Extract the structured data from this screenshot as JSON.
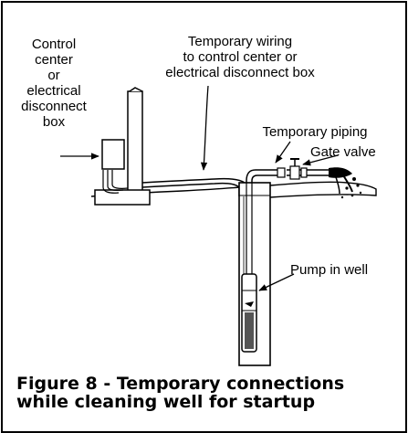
{
  "labels": {
    "control_center": [
      "Control",
      "center",
      "or",
      "electrical",
      "disconnect",
      "box"
    ],
    "temporary_wiring": [
      "Temporary wiring",
      "to control center or",
      "electrical disconnect box"
    ],
    "temporary_piping": "Temporary piping",
    "gate_valve": "Gate valve",
    "pump_in_well": "Pump in well"
  },
  "caption": {
    "line1": "Figure 8 - Temporary connections",
    "line2": "while cleaning well for startup"
  }
}
